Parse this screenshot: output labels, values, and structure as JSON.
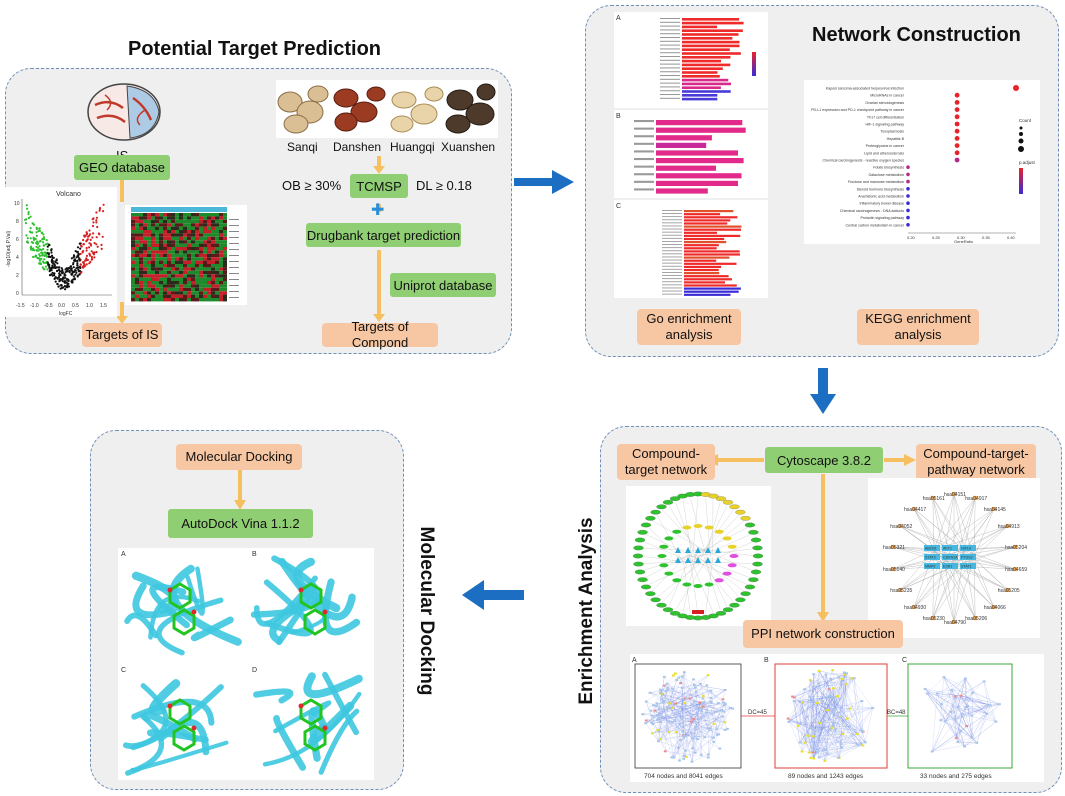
{
  "colors": {
    "green_box": "#8fce73",
    "orange_box": "#f7c6a3",
    "panel": "#efefef",
    "arrow_blue": "#1b6ec2",
    "arrow_yellow": "#f6c060"
  },
  "ptp": {
    "title": "Potential Target Prediction",
    "is_label": "IS",
    "herbs": [
      "Sanqi",
      "Danshen",
      "Huangqi",
      "Xuanshen"
    ],
    "geo": "GEO database",
    "ob": "OB ≥ 30%",
    "tcmsp": "TCMSP",
    "dl": "DL ≥ 0.18",
    "plus": "✚",
    "drugbank": "Drugbank target prediction",
    "uniprot": "Uniprot database",
    "targets_is": "Targets of IS",
    "targets_compound": "Targets of Compond",
    "volcano": {
      "title": "Volcano",
      "xlabel": "logFC",
      "ylabel": "-log10(adj.P.Val)",
      "xticks": [
        "-1.5",
        "-1.0",
        "-0.5",
        "0.0",
        "0.5",
        "1.0",
        "1.5"
      ],
      "yticks": [
        "10",
        "8",
        "6",
        "4",
        "2",
        "0"
      ]
    }
  },
  "nc": {
    "title": "Network Construction",
    "go": "Go enrichment analysis",
    "kegg": "KEGG enrichment analysis",
    "go_panels": [
      "A",
      "B",
      "C"
    ],
    "kegg_terms": [
      "Kaposi sarcoma-associated herpesvirus infection",
      "MicroRNAs in cancer",
      "Ovarian steroidogenesis",
      "PD-L1 expression and PD-1 checkpoint pathway in cancer",
      "Th17 cell differentiation",
      "HIF-1 signaling pathway",
      "Toxoplasmosis",
      "Hepatitis B",
      "Proteoglycans in cancer",
      "Lipid and atherosclerosis",
      "Chemical carcinogenesis - reactive oxygen species",
      "Folate biosynthesis",
      "Galactose metabolism",
      "Fructose and mannose metabolism",
      "Steroid hormone biosynthesis",
      "Arachidonic acid metabolism",
      "Inflammatory bowel disease",
      "Chemical carcinogenesis - DNA adducts",
      "Prolactin signaling pathway",
      "Central carbon metabolism in cancer"
    ],
    "kegg_xlabel": "GeneRatio",
    "kegg_xticks": [
      "0.20",
      "0.25",
      "0.30",
      "0.35",
      "0.40"
    ],
    "kegg_legend_count": "Count",
    "kegg_legend_p": "p.adjust"
  },
  "ea": {
    "title": "Enrichment Analysis",
    "cytoscape": "Cytoscape 3.8.2",
    "ctn": "Compound-target network",
    "ctpn": "Compound-target-pathway network",
    "ppi": "PPI network construction",
    "ppi_panels": [
      "A",
      "B",
      "C"
    ],
    "dc": "DC=45",
    "bc": "BC=48",
    "cap_a": "704 nodes and 8041 edges",
    "cap_b": "89 nodes and 1243 edges",
    "cap_c": "33 nodes and 275 edges",
    "pathway_nodes": [
      "hsa04151",
      "hsa04917",
      "hsa04145",
      "hsa04913",
      "hsa05204",
      "hsa04659",
      "hsa05205",
      "hsa04066",
      "hsa05206",
      "hsa04790",
      "hsa05230",
      "hsa04930",
      "hsa05235",
      "hsa05140",
      "hsa05321",
      "hsa04052",
      "hsa04417",
      "hsa05161"
    ],
    "center_nodes": [
      "ABCB1",
      "AKT1",
      "HIF1A",
      "STAT3",
      "CDKN1A",
      "PTGS2",
      "MMP9",
      "ESR1",
      "STAT1"
    ]
  },
  "md": {
    "title": "Molecular Docking",
    "md": "Molecular Docking",
    "vina": "AutoDock Vina 1.1.2",
    "panels": [
      "A",
      "B",
      "C",
      "D"
    ]
  }
}
